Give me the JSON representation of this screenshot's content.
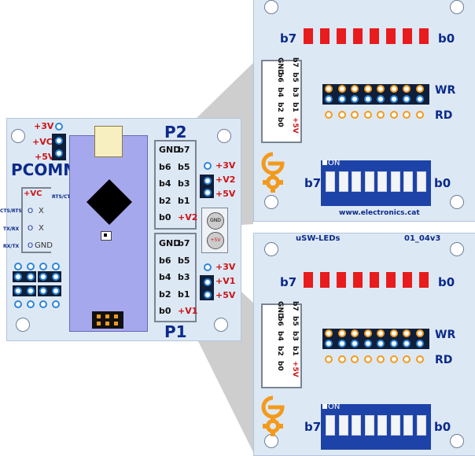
{
  "pcomm": {
    "title": "PCOMM",
    "power_labels": [
      "+3V",
      "+VC",
      "+5V"
    ],
    "rts_cts": "RTS/CTS",
    "serial_rows": [
      {
        "left": "CTS/RTS",
        "mid": "O",
        "val": "X"
      },
      {
        "left": "TX/RX",
        "mid": "O",
        "val": "X"
      },
      {
        "left": "RX/TX",
        "mid": "O",
        "val": "GND"
      }
    ],
    "vc_label": "+VC"
  },
  "p2": {
    "title": "P2",
    "rows": [
      [
        "GND",
        "b7"
      ],
      [
        "b6",
        "b5"
      ],
      [
        "b4",
        "b3"
      ],
      [
        "b2",
        "b1"
      ],
      [
        "b0",
        "+V2"
      ]
    ],
    "power": [
      "+3V",
      "+V2",
      "+5V"
    ],
    "gnd_test": "GND",
    "v5_test": "+5V"
  },
  "p1": {
    "title": "P1",
    "rows": [
      [
        "GND",
        "b7"
      ],
      [
        "b6",
        "b5"
      ],
      [
        "b4",
        "b3"
      ],
      [
        "b2",
        "b1"
      ],
      [
        "b0",
        "+V1"
      ]
    ],
    "power": [
      "+3V",
      "+V1",
      "+5V"
    ]
  },
  "usw_top": {
    "b7": "b7",
    "b0": "b0",
    "vertical_pins": [
      [
        "GND",
        "b7"
      ],
      [
        "b6",
        "b5"
      ],
      [
        "b4",
        "b3"
      ],
      [
        "b2",
        "b1"
      ],
      [
        "b0",
        "+5V"
      ]
    ],
    "wr": "WR",
    "rd": "RD",
    "on": "ON",
    "dip_b7": "b7",
    "dip_b0": "b0",
    "url": "www.electronics.cat"
  },
  "usw_bottom": {
    "name": "uSW-LEDs",
    "version": "01_04v3",
    "b7": "b7",
    "b0": "b0",
    "vertical_pins": [
      [
        "GND",
        "b7"
      ],
      [
        "b6",
        "b5"
      ],
      [
        "b4",
        "b3"
      ],
      [
        "b2",
        "b1"
      ],
      [
        "b0",
        "+5V"
      ]
    ],
    "wr": "WR",
    "rd": "RD",
    "on": "ON",
    "dip_b7": "b7",
    "dip_b0": "b0"
  },
  "colors": {
    "board": "#dde8f5",
    "red": "#e81c1c",
    "blue_text": "#0b2a8a",
    "dip_blue": "#1d43a8",
    "arduino": "#a6a8ee"
  }
}
